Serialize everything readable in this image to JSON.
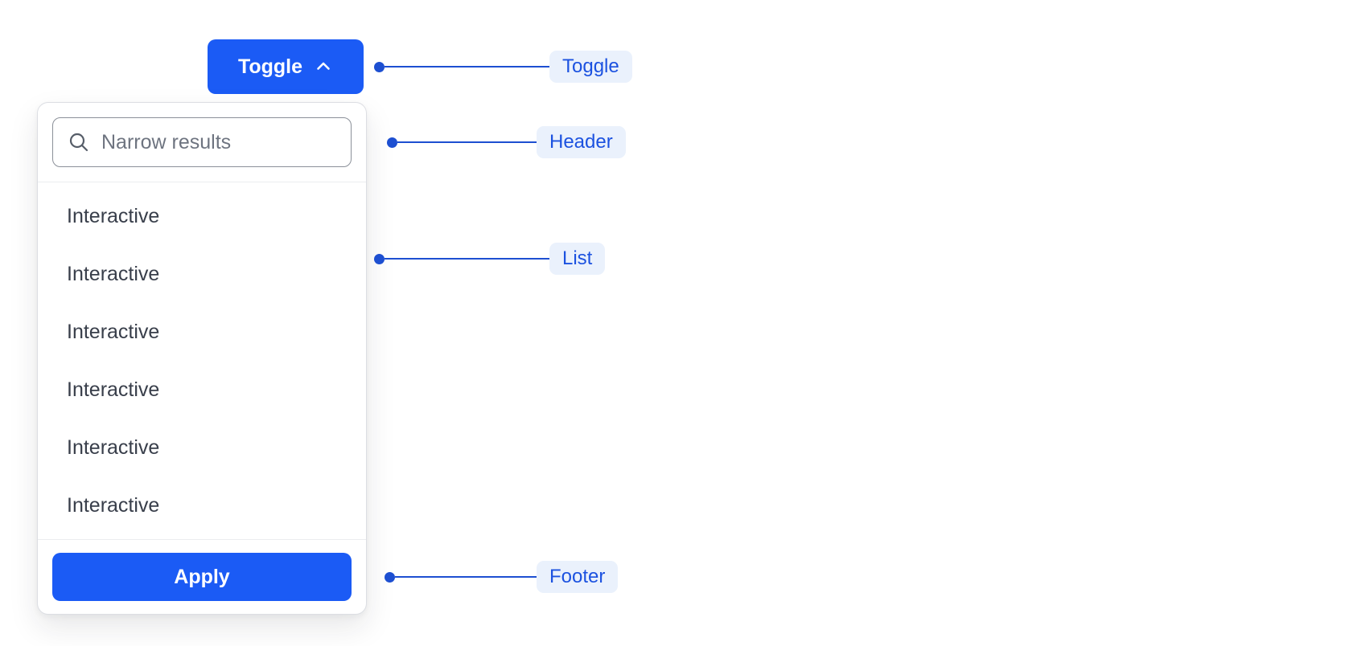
{
  "colors": {
    "primary_blue": "#1b5bf5",
    "annotation_blue": "#1d4fd1",
    "annotation_pill_bg": "#eaf1fc",
    "annotation_text": "#1c52e0",
    "panel_border": "#dcdee3",
    "divider": "#ebedef",
    "input_border": "#8b9099",
    "placeholder_text": "#6e7480",
    "item_text": "#383e4a"
  },
  "toggle_button": {
    "label": "Toggle",
    "icon": "chevron-up-icon"
  },
  "panel": {
    "header": {
      "search_placeholder": "Narrow results",
      "search_icon": "search-icon"
    },
    "list": {
      "items": [
        "Interactive",
        "Interactive",
        "Interactive",
        "Interactive",
        "Interactive",
        "Interactive"
      ]
    },
    "footer": {
      "apply_label": "Apply"
    }
  },
  "annotations": {
    "toggle": {
      "label": "Toggle"
    },
    "header": {
      "label": "Header"
    },
    "list": {
      "label": "List"
    },
    "footer": {
      "label": "Footer"
    }
  }
}
